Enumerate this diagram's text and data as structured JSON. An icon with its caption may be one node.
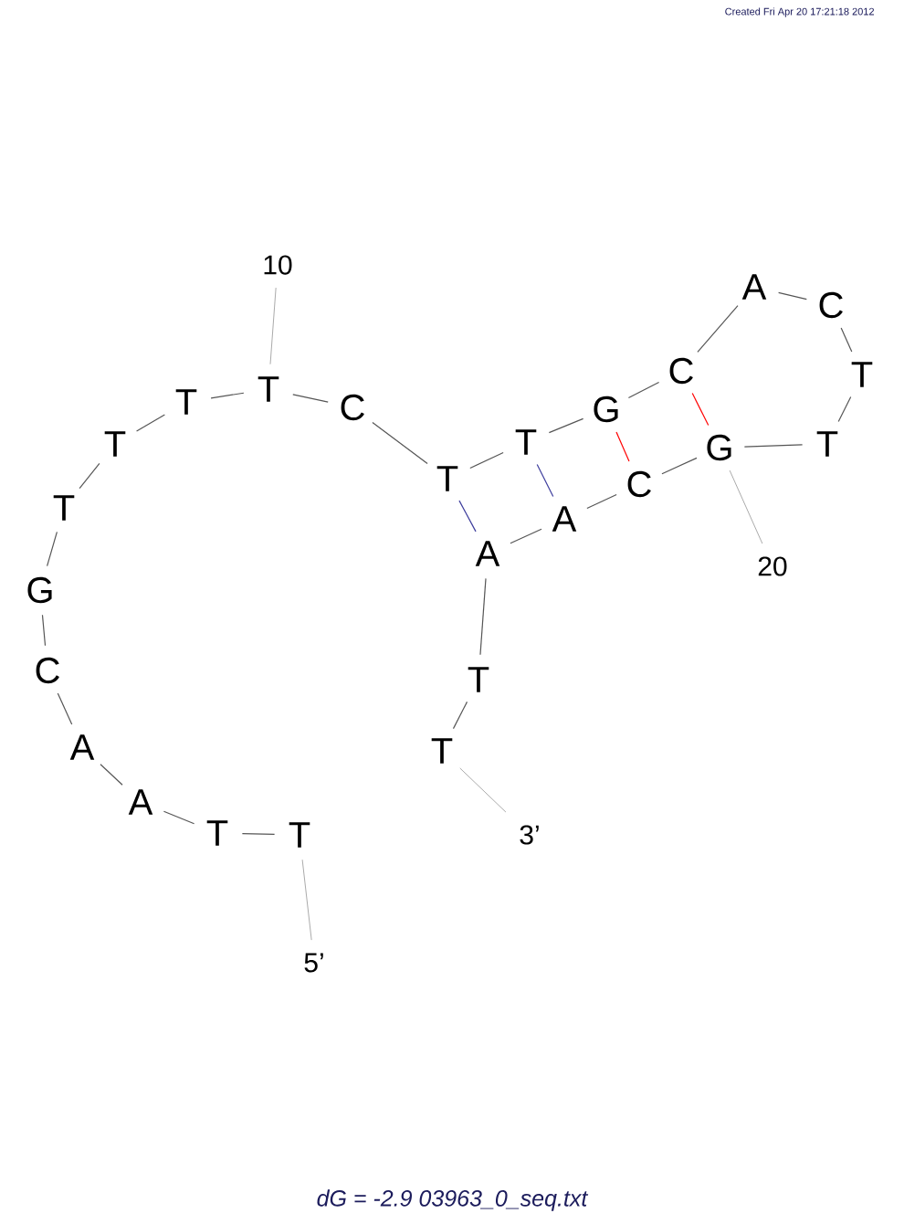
{
  "diagram": {
    "caption": "dG = -2.9 03963_0_seq.txt",
    "nodes": [
      {
        "text": [
          "T"
        ]
      },
      {
        "text": [
          "T"
        ]
      },
      {
        "text": [
          "A"
        ]
      },
      {
        "text": [
          "A"
        ]
      },
      {
        "text": [
          "C"
        ]
      },
      {
        "text": [
          "G"
        ]
      },
      {
        "text": [
          "T"
        ]
      },
      {
        "text": [
          "T"
        ]
      },
      {
        "text": [
          "T"
        ]
      },
      {
        "text": [
          "T"
        ]
      },
      {
        "text": [
          "C"
        ]
      },
      {
        "text": [
          "T"
        ]
      },
      {
        "text": [
          "T"
        ]
      },
      {
        "text": [
          "G"
        ]
      },
      {
        "text": [
          "C"
        ]
      },
      {
        "text": [
          "A"
        ]
      },
      {
        "text": [
          "C"
        ]
      },
      {
        "text": [
          "T"
        ]
      },
      {
        "text": [
          "T"
        ]
      },
      {
        "text": [
          "G"
        ]
      },
      {
        "text": [
          "C"
        ]
      },
      {
        "text": [
          "A"
        ]
      },
      {
        "text": [
          "A"
        ]
      },
      {
        "text": [
          "T"
        ]
      },
      {
        "text": [
          "T"
        ]
      },
      {
        "text": [
          "5’"
        ]
      },
      {
        "text": [
          "10"
        ]
      },
      {
        "text": [
          "20"
        ]
      },
      {
        "text": [
          "3’"
        ]
      }
    ],
    "edges": [
      {
        "from": 0,
        "to": 1,
        "arrow": "none"
      },
      {
        "from": 1,
        "to": 2,
        "arrow": "none"
      },
      {
        "from": 2,
        "to": 3,
        "arrow": "none"
      },
      {
        "from": 3,
        "to": 4,
        "arrow": "none"
      },
      {
        "from": 4,
        "to": 5,
        "arrow": "none"
      },
      {
        "from": 5,
        "to": 6,
        "arrow": "none"
      },
      {
        "from": 6,
        "to": 7,
        "arrow": "none"
      },
      {
        "from": 7,
        "to": 8,
        "arrow": "none"
      },
      {
        "from": 8,
        "to": 9,
        "arrow": "none"
      },
      {
        "from": 9,
        "to": 10,
        "arrow": "none"
      },
      {
        "from": 10,
        "to": 11,
        "arrow": "none"
      },
      {
        "from": 11,
        "to": 12,
        "arrow": "none"
      },
      {
        "from": 12,
        "to": 13,
        "arrow": "none"
      },
      {
        "from": 13,
        "to": 14,
        "arrow": "none"
      },
      {
        "from": 14,
        "to": 15,
        "arrow": "none"
      },
      {
        "from": 15,
        "to": 16,
        "arrow": "none"
      },
      {
        "from": 16,
        "to": 17,
        "arrow": "none"
      },
      {
        "from": 17,
        "to": 18,
        "arrow": "none"
      },
      {
        "from": 18,
        "to": 19,
        "arrow": "none"
      },
      {
        "from": 19,
        "to": 20,
        "arrow": "none"
      },
      {
        "from": 20,
        "to": 21,
        "arrow": "none"
      },
      {
        "from": 21,
        "to": 22,
        "arrow": "none"
      },
      {
        "from": 22,
        "to": 23,
        "arrow": "none"
      },
      {
        "from": 23,
        "to": 24,
        "arrow": "none"
      },
      {
        "from": 11,
        "to": 22,
        "arrow": "none",
        "color": "#3c3c9c"
      },
      {
        "from": 12,
        "to": 21,
        "arrow": "none",
        "color": "#3c3c9c"
      },
      {
        "from": 13,
        "to": 20,
        "arrow": "none",
        "color": "#ff0000"
      },
      {
        "from": 14,
        "to": 19,
        "arrow": "none",
        "color": "#ff0000"
      },
      {
        "from": 25,
        "to": 0,
        "arrow": "none",
        "color": "#a0a0a0"
      },
      {
        "from": 26,
        "to": 9,
        "arrow": "none",
        "color": "#a0a0a0"
      },
      {
        "from": 27,
        "to": 19,
        "arrow": "none",
        "color": "#a0a0a0"
      },
      {
        "from": 28,
        "to": 24,
        "arrow": "none",
        "color": "#a0a0a0"
      }
    ],
    "labels": [
      "Created Fri Apr 20 17:21:18 2012"
    ]
  }
}
